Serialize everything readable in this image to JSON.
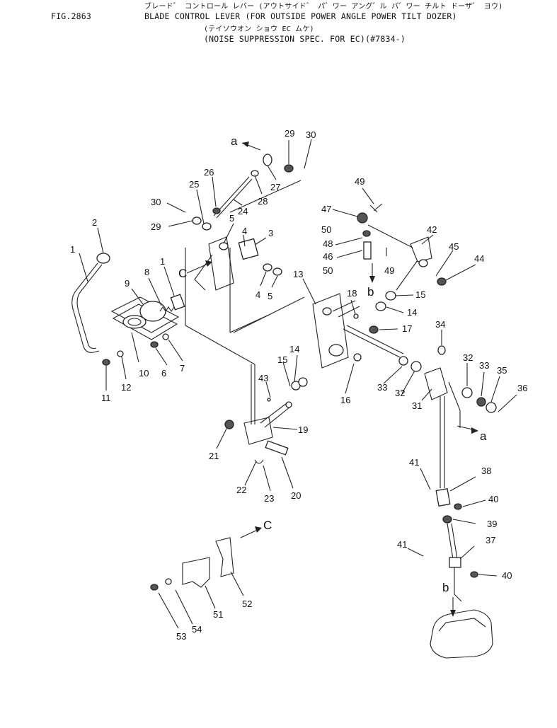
{
  "header": {
    "fig_no": "FIG.2863",
    "title_kana": "ブレード゛ コントロール レバー (アウトサイド゛ パ゛ワー アング゛ル パ゛ワー チルト ドーザ゛ ヨウ)",
    "title": "BLADE CONTROL LEVER (FOR OUTSIDE POWER ANGLE POWER TILT DOZER)",
    "spec_kana": "(テイソウオン ショウ EC ムケ)",
    "spec": "(NOISE SUPPRESSION SPEC. FOR EC)(#7834-)"
  },
  "labels": [
    "1",
    "2",
    "1",
    "8",
    "9",
    "10",
    "11",
    "12",
    "6",
    "7",
    "30",
    "29",
    "25",
    "26",
    "24",
    "28",
    "27",
    "29",
    "30",
    "5",
    "4",
    "3",
    "4",
    "5",
    "49",
    "47",
    "50",
    "48",
    "46",
    "50",
    "49",
    "42",
    "45",
    "44",
    "13",
    "18",
    "15",
    "14",
    "17",
    "34",
    "32",
    "33",
    "35",
    "36",
    "31",
    "32",
    "33",
    "14",
    "15",
    "16",
    "43",
    "19",
    "21",
    "22",
    "23",
    "20",
    "41",
    "38",
    "40",
    "39",
    "41",
    "37",
    "40",
    "53",
    "54",
    "51",
    "52"
  ],
  "arrow_letters": [
    "a",
    "b",
    "C",
    "b",
    "C",
    "a"
  ]
}
